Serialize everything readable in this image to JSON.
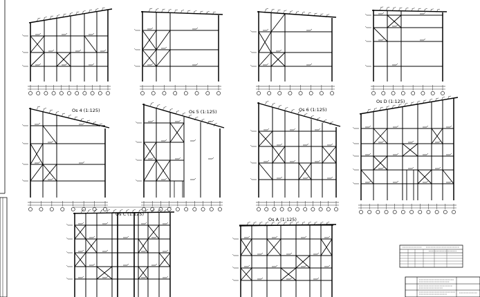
{
  "sheet": {
    "elevations": [
      {
        "id": "e1",
        "label": ""
      },
      {
        "id": "e2",
        "label": ""
      },
      {
        "id": "e3",
        "label": ""
      },
      {
        "id": "e4",
        "label": ""
      },
      {
        "id": "e5",
        "label": "Os 4 (1:125)"
      },
      {
        "id": "e6",
        "label": "Os 5 (1:125)"
      },
      {
        "id": "e7",
        "label": "Os 6 (1:125)"
      },
      {
        "id": "e8",
        "label": "Os D (1:125)"
      },
      {
        "id": "e9",
        "label": "Os C (1:125)"
      },
      {
        "id": "e10",
        "label": "Os A (1:125)"
      }
    ]
  },
  "colors": {
    "ink": "#000000",
    "paper": "#ffffff"
  }
}
